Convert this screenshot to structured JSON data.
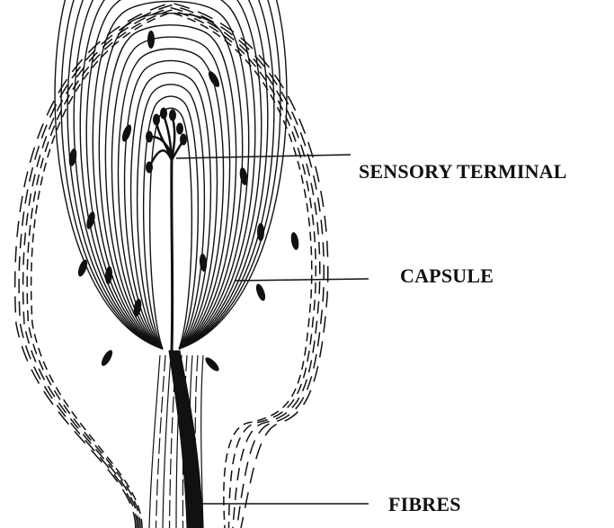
{
  "labels": {
    "sensory_terminal": "SENSORY TERMINAL",
    "capsule": "CAPSULE",
    "fibres": "FIBRES"
  },
  "colors": {
    "ink": "#111111",
    "background": "#ffffff"
  }
}
